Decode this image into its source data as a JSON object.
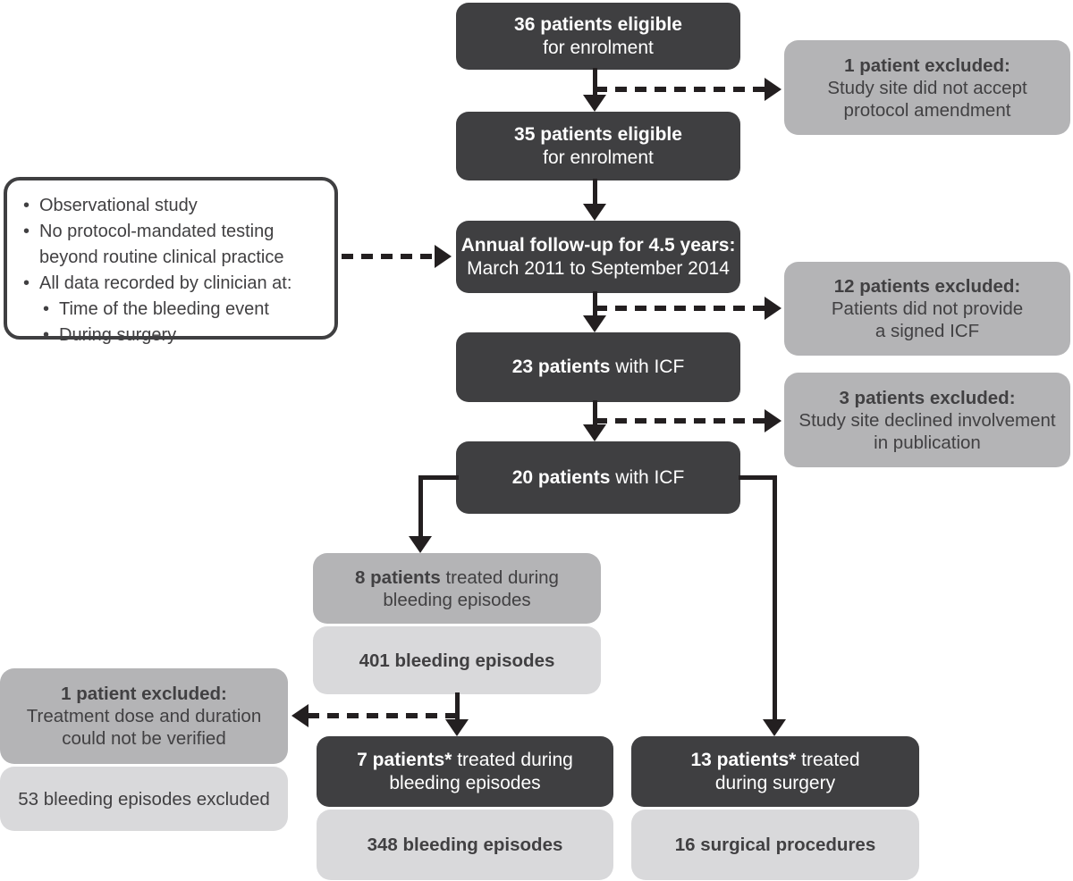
{
  "palette": {
    "main_box": "#3f3f41",
    "exclusion_box": "#b4b4b6",
    "count_box": "#d9d9db",
    "arrow": "#231f20",
    "text_on_gray": "#414042",
    "text_on_dark": "#ffffff"
  },
  "nodes": {
    "eligible36": {
      "strong": "36 patients eligible",
      "line2": "for enrolment"
    },
    "excluded_protocol": {
      "strong": "1 patient excluded:",
      "line2": "Study site did not accept",
      "line3": "protocol amendment"
    },
    "eligible35": {
      "strong": "35 patients eligible",
      "line2": "for enrolment"
    },
    "followup": {
      "strong": "Annual follow-up for 4.5 years:",
      "line2": "March 2011 to September 2014"
    },
    "excluded_icf": {
      "strong": "12 patients excluded:",
      "line2": "Patients did not provide",
      "line3": "a signed ICF"
    },
    "icf23": {
      "strong": "23 patients",
      "rest": " with ICF"
    },
    "excluded_publication": {
      "strong": "3 patients excluded:",
      "line2": "Study site declined involvement",
      "line3": "in publication"
    },
    "icf20": {
      "strong": "20 patients",
      "rest": " with ICF"
    },
    "treated8": {
      "strong": "8 patients",
      "rest": " treated during",
      "line2": "bleeding episodes"
    },
    "episodes401": {
      "strong": "401 bleeding episodes"
    },
    "excluded_dose": {
      "strong": "1 patient excluded:",
      "line2": "Treatment dose and duration",
      "line3": "could not be verified"
    },
    "excluded53": {
      "text": "53 bleeding episodes excluded"
    },
    "treated7": {
      "strong": "7 patients*",
      "rest": " treated during",
      "line2": "bleeding episodes"
    },
    "episodes348": {
      "strong": "348 bleeding episodes"
    },
    "treated13": {
      "strong": "13 patients*",
      "rest": " treated",
      "line2": "during surgery"
    },
    "procedures16": {
      "strong": "16 surgical procedures"
    }
  },
  "note": {
    "items": [
      {
        "level": 1,
        "text": "Observational study"
      },
      {
        "level": 1,
        "text": "No protocol-mandated testing beyond routine clinical practice"
      },
      {
        "level": 1,
        "text": "All data recorded by clinician at:"
      },
      {
        "level": 2,
        "text": "Time of the bleeding event"
      },
      {
        "level": 2,
        "text": "During surgery"
      }
    ]
  }
}
